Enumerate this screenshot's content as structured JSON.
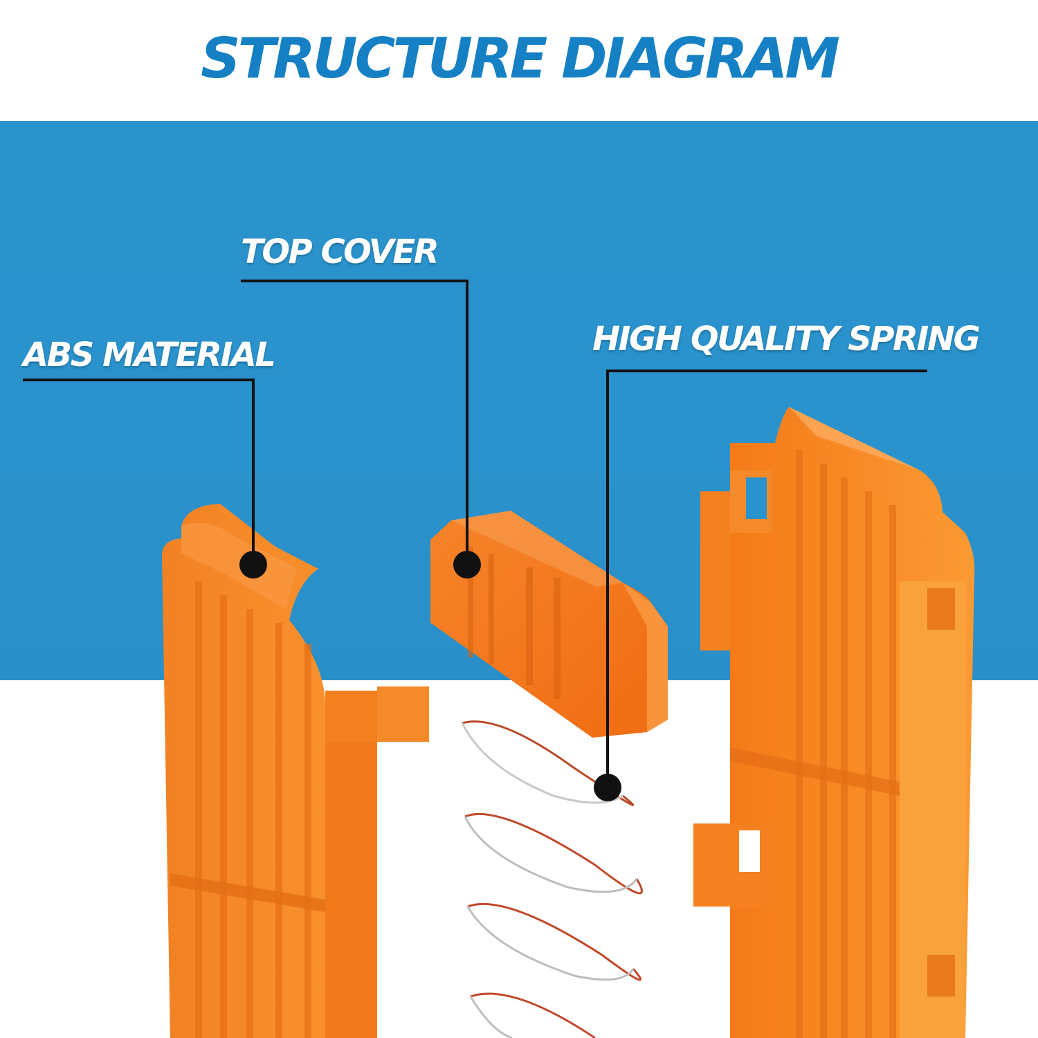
{
  "title": "STRUCTURE DIAGRAM",
  "labels": {
    "top_cover": "TOP COVER",
    "abs_material": "ABS MATERIAL",
    "spring": "HIGH QUALITY SPRING"
  },
  "colors": {
    "title": "#1580c4",
    "background_band": "#2a92cc",
    "part_orange": "#f7821f",
    "part_orange_dark": "#e86d12",
    "callout_line": "#111111"
  }
}
